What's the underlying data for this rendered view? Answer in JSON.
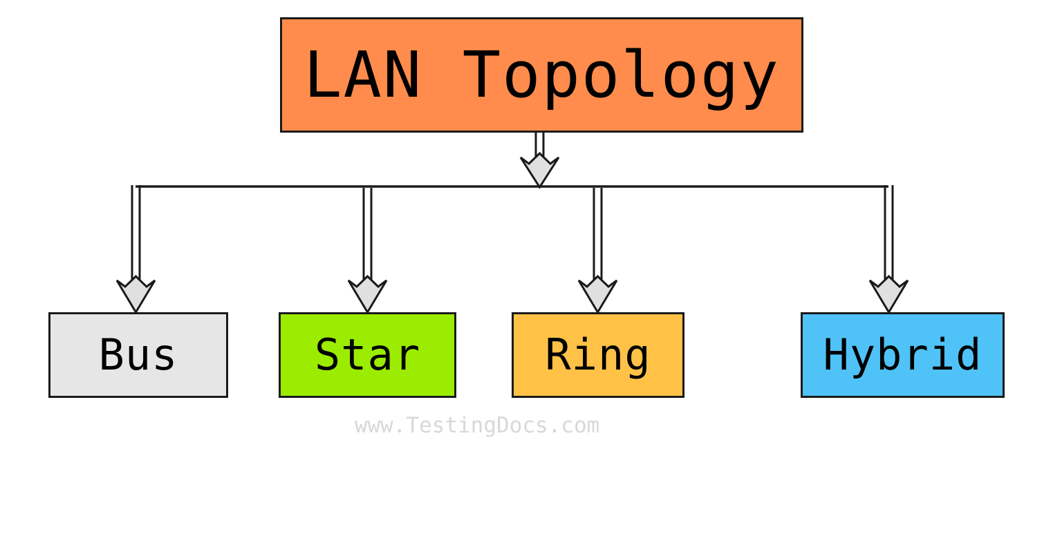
{
  "diagram": {
    "title": "LAN Topology",
    "type": "hierarchy-tree",
    "root": {
      "label": "LAN Topology",
      "fill": "#FF8C4C",
      "stroke": "#1A1A1A",
      "text_color": "#000000"
    },
    "children": [
      {
        "label": "Bus",
        "fill": "#E6E6E6",
        "stroke": "#1A1A1A",
        "text_color": "#000000"
      },
      {
        "label": "Star",
        "fill": "#9BEC00",
        "stroke": "#1A1A1A",
        "text_color": "#000000"
      },
      {
        "label": "Ring",
        "fill": "#FFC247",
        "stroke": "#1A1A1A",
        "text_color": "#000000"
      },
      {
        "label": "Hybrid",
        "fill": "#4FC3F7",
        "stroke": "#1A1A1A",
        "text_color": "#000000"
      }
    ],
    "connector": {
      "style": "double-line-stem-with-notched-arrowhead",
      "line_color": "#1A1A1A",
      "arrowhead_fill": "#E0E0E0",
      "arrowhead_stroke": "#1A1A1A"
    },
    "watermark": "www.TestingDocs.com",
    "watermark_color": "#D8D8D8",
    "background": "#FFFFFF"
  }
}
